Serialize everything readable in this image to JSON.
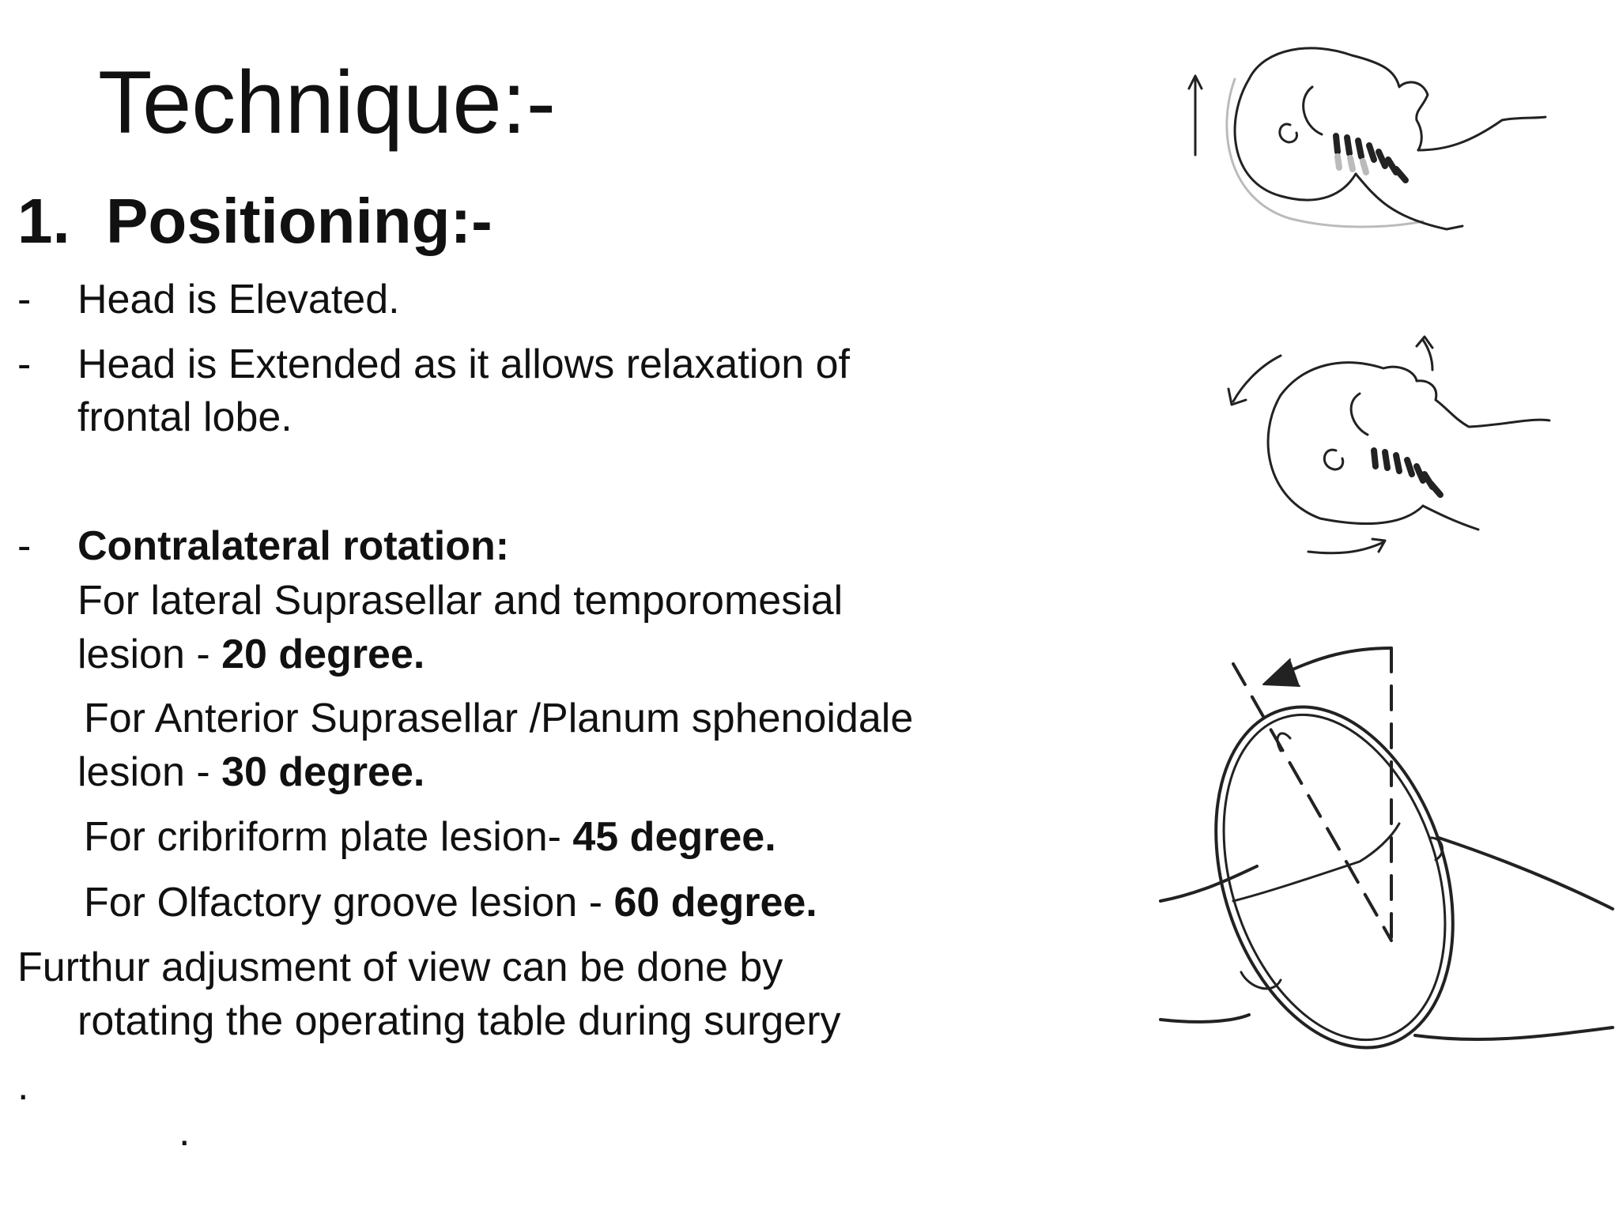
{
  "slide": {
    "title": "Technique:-",
    "heading": {
      "number": "1.",
      "text": "Positioning:-"
    },
    "bullet_marker": "-",
    "bullets": {
      "b1": "Head is Elevated.",
      "b2_line1": "Head  is Extended as it allows relaxation of",
      "b2_line2": "frontal lobe.",
      "b3_title": "Contralateral rotation:",
      "b3_l1": "For  lateral Suprasellar  and temporomesial",
      "b3_l2_text": "lesion   -  ",
      "b3_l2_bold": "20 degree.",
      "b3_l3": "For  Anterior Suprasellar /Planum sphenoidale",
      "b3_l4_text": "lesion -  ",
      "b3_l4_bold": "30 degree.",
      "b3_l5_text": "For cribriform plate lesion- ",
      "b3_l5_bold": "45 degree.",
      "b3_l6_text": "For Olfactory groove  lesion  - ",
      "b3_l6_bold": "60 degree."
    },
    "footer_line1": "Furthur adjusment of view can be done by",
    "footer_line2": "rotating the operating table during surgery",
    "dot1": ".",
    "dot2": "."
  },
  "figures": {
    "fig1": "head-elevation-illustration",
    "fig2": "head-extension-illustration",
    "fig3": "head-contralateral-rotation-illustration"
  }
}
